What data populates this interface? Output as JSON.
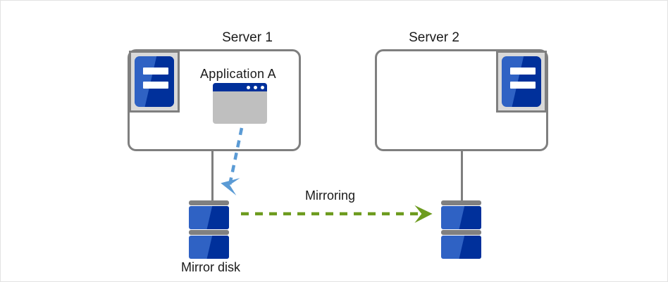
{
  "diagram": {
    "title_server1": "Server 1",
    "title_server2": "Server 2",
    "application_label": "Application A",
    "mirroring_label": "Mirroring",
    "mirror_disk_label": "Mirror disk",
    "colors": {
      "frame_border": "#e2e2e2",
      "chassis_border": "#7f7f7f",
      "icon_plate": "#d9d9d9",
      "blue_light": "#2f62c4",
      "blue_dark": "#00309b",
      "disk_bar_gray": "#808080",
      "write_arrow_blue": "#5b9bd5",
      "mirroring_arrow_green": "#6d9b1e",
      "text": "#1a1a1a"
    },
    "icons": {
      "server1_rack": "server-rack-icon",
      "server2_rack": "server-rack-icon",
      "application_window": "application-window-icon",
      "disk_left": "disk-stack-icon",
      "disk_right": "disk-stack-icon",
      "write_arrow": "dashed-arrow-down-icon",
      "mirroring_arrow": "dashed-arrow-right-icon"
    }
  }
}
